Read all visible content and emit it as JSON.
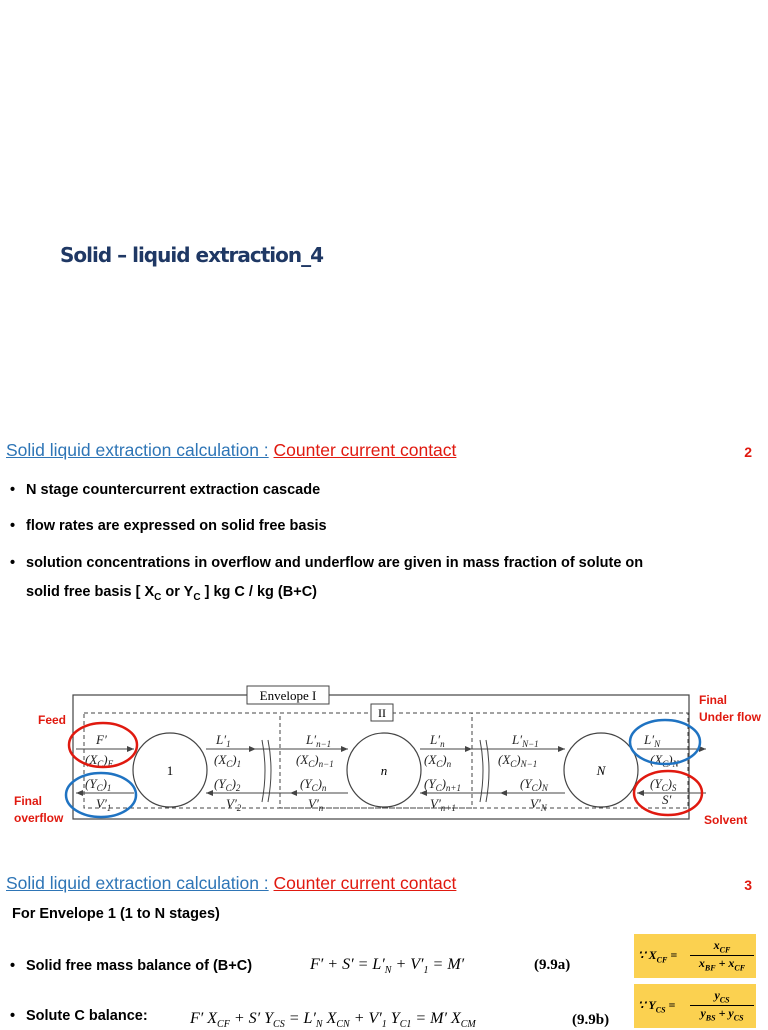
{
  "slide1": {
    "title": "Solid – liquid extraction_4"
  },
  "slide2": {
    "heading_blue": "Solid liquid extraction calculation :",
    "heading_red": "Counter current contact",
    "page_number": "2",
    "bullets": [
      "N stage countercurrent extraction cascade",
      "flow rates are expressed on solid free basis",
      "solution concentrations in overflow and underflow are given in mass fraction of solute on",
      "solid free basis [ X",
      "C",
      " or Y",
      "C",
      " ]  kg C / kg (B+C)"
    ],
    "diagram": {
      "envelope1": "Envelope I",
      "envelope2": "II",
      "stages": [
        "1",
        "n",
        "N"
      ],
      "feed_label": "Feed",
      "final_overflow_label": [
        "Final",
        "overflow"
      ],
      "final_underflow_label": [
        "Final",
        "Under flow"
      ],
      "solvent_label": "Solvent",
      "streams": {
        "F": "F′",
        "XCF": "(X",
        "XCF_sub": "C",
        "XCF_end": ")F",
        "YC1": "(Y",
        "YC1_sub": "C",
        "YC1_end": ")1",
        "V1": "V′",
        "V1_sub": "1",
        "L1": "L′",
        "L1_sub": "1",
        "XC1": "(XC)1",
        "YC2": "(YC)2",
        "V2": "V′",
        "V2_sub": "2",
        "Ln1": "L′",
        "Ln1_sub": "n−1",
        "XCn1": "(XC)n−1",
        "YCn": "(YC)n",
        "Vn": "V′",
        "Vn_sub": "n",
        "Ln": "L′",
        "Ln_sub": "n",
        "XCn": "(XC)n",
        "YCn1": "(YC)n+1",
        "Vn1": "V′",
        "Vn1_sub": "n+1",
        "LN1": "L′",
        "LN1_sub": "N−1",
        "XCN1": "(XC)N−1",
        "YCN": "(YC)N",
        "VN": "V′",
        "VN_sub": "N",
        "LN": "L′",
        "LN_sub": "N",
        "XCN": "(XC)N",
        "YCS": "(YC)S",
        "S": "S′"
      }
    }
  },
  "slide3": {
    "heading_blue": "Solid liquid extraction calculation :",
    "heading_red": "Counter current contact",
    "page_number": "3",
    "subheading": "For Envelope 1 (1 to N stages)",
    "bullet1": "Solid free mass balance of (B+C)",
    "eq1": "F′ + S′ = L′N + V′1 = M′",
    "eq1_no": "(9.9a)",
    "bullet2": "Solute C balance:",
    "eq2": "F′ XCF + S′ YCS = L′N XCN + V′1 YC1 = M′ XCM",
    "eq2_no": "(9.9b)",
    "box1": {
      "lhs": "∵ XCF =",
      "num": "xCF",
      "den": "xBF + xCF"
    },
    "box2": {
      "lhs": "∵ YCS =",
      "num": "yCS",
      "den": "yBS + yCS"
    }
  },
  "colors": {
    "heading_blue": "#2e75b6",
    "heading_red": "#e0190f",
    "title_navy": "#1f3864",
    "box_yellow": "#fbd150",
    "circle_red": "#e0190f",
    "circle_blue": "#1f73c2"
  }
}
